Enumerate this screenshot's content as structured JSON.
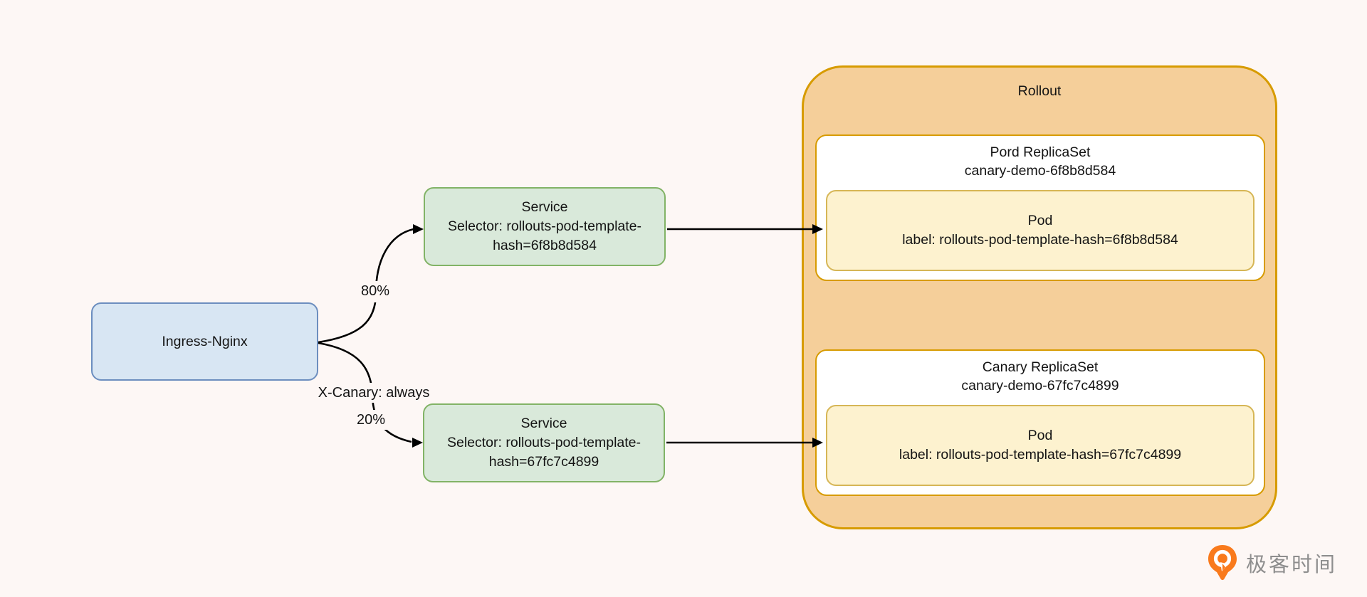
{
  "diagram": {
    "ingress": {
      "label": "Ingress-Nginx"
    },
    "services": {
      "stable": {
        "line1": "Service",
        "line2": "Selector: rollouts-pod-template-",
        "line3": "hash=6f8b8d584"
      },
      "canary": {
        "line1": "Service",
        "line2": "Selector: rollouts-pod-template-",
        "line3": "hash=67fc7c4899"
      }
    },
    "edge_labels": {
      "stable_weight": "80%",
      "canary_header": "X-Canary: always",
      "canary_weight": "20%"
    },
    "rollout": {
      "title": "Rollout",
      "stable_rs": {
        "title": "Pord ReplicaSet",
        "name": "canary-demo-6f8b8d584",
        "pod": {
          "title": "Pod",
          "label": "label: rollouts-pod-template-hash=6f8b8d584"
        }
      },
      "canary_rs": {
        "title": "Canary ReplicaSet",
        "name": "canary-demo-67fc7c4899",
        "pod": {
          "title": "Pod",
          "label": "label: rollouts-pod-template-hash=67fc7c4899"
        }
      }
    },
    "watermark": {
      "text": "极客时间"
    }
  },
  "colors": {
    "background": "#fdf7f5",
    "ingress_fill": "#d8e6f3",
    "ingress_stroke": "#6c8ebf",
    "service_fill": "#d9e9da",
    "service_stroke": "#82b366",
    "rollout_fill": "#f5cf9a",
    "rollout_stroke": "#d79b00",
    "replicaset_fill": "#ffffff",
    "pod_fill": "#fdf2cf",
    "pod_stroke": "#d6b656",
    "arrow": "#000000",
    "logo_orange": "#f97a1c",
    "logo_text_gray": "#8e8e8e"
  }
}
